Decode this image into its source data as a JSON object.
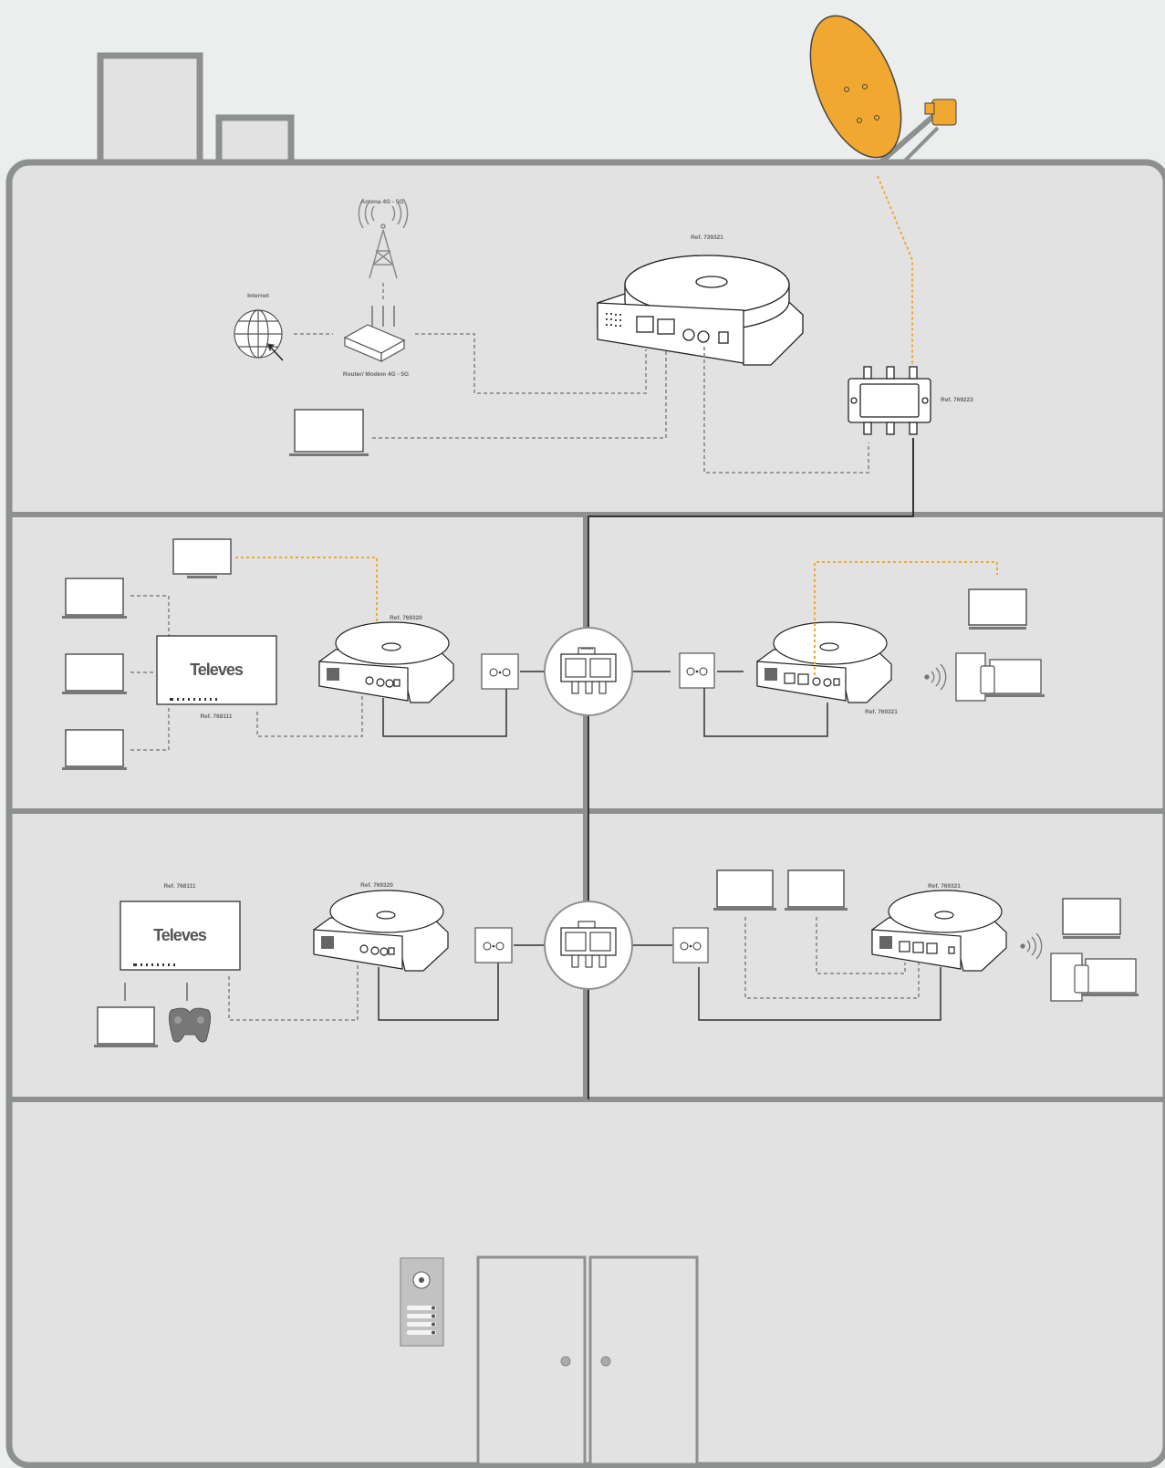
{
  "labels": {
    "antenna": "Antena 4G - 5G",
    "internet": "Internet",
    "router": "Router/ Modem 4G - 5G",
    "ref_gateway_top": "Ref. 739321",
    "ref_multiswitch": "Ref. 769223",
    "ref_adapter_f1_left": "Ref. 769320",
    "ref_switch_f1_left": "Ref. 768111",
    "ref_adapter_f1_right": "Ref. 769321",
    "ref_switch_f2_left": "Ref. 768111",
    "ref_adapter_f2_left": "Ref. 769320",
    "ref_adapter_f2_right": "Ref. 769321"
  },
  "brand": "Televes",
  "colors": {
    "building_fill": "#e2e2e2",
    "building_stroke": "#8e908f",
    "sky": "#eceeed",
    "accent_orange": "#f0a830",
    "line_dark": "#333333",
    "line_dashed": "#9a9a9a"
  }
}
